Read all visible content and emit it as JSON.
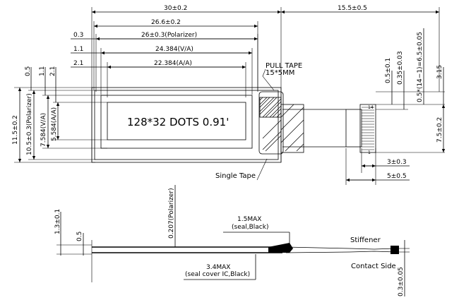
{
  "top_view": {
    "dims_top": {
      "overall_width": "30±0.2",
      "right_width": "15.5±0.5",
      "width_26_6": "26.6±0.2",
      "polarizer_width": "26±0.3(Polarizer)",
      "va_width": "24.384(V/A)",
      "aa_width": "22.384(A/A)"
    },
    "dims_left_offsets": [
      "0.3",
      "1.1",
      "2.1"
    ],
    "dims_left_vertical": {
      "off_0_5": "0.5",
      "off_1_1": "1.1",
      "off_2_1": "2.1",
      "total_height": "11.5±0.2",
      "polarizer_height": "10.5±0.3(Polarizer)",
      "va_height": "7.584(V/A)",
      "aa_height": "5.584(A/A)"
    },
    "display_text": "128*32 DOTS 0.91'",
    "pull_tape": "PULL TAPE",
    "pull_tape_size": "15*5MM",
    "single_tape": "Single Tape",
    "fpc_dims": {
      "d_0_5": "0.5±0.1",
      "d_0_35": "0.35±0.03",
      "pitch": "0.5*(14−1)=6.5±0.05",
      "d_3_15": "3.15",
      "d_7_5": "7.5±0.2",
      "d_3": "3±0.3",
      "d_5": "5±0.5"
    },
    "pin_labels": [
      "14",
      "1"
    ]
  },
  "side_view": {
    "d_1_3": "1.3±0.1",
    "d_0_5": "0.5",
    "polarizer_thk": "0.207(Polarizer)",
    "seal_max": "1.5MAX",
    "seal_note": "(seal,Black)",
    "ic_max": "3.4MAX",
    "ic_note": "(seal cover IC,Black)",
    "stiffener": "Stiffener",
    "contact_side": "Contact Side",
    "d_0_3": "0.3±0.05"
  }
}
